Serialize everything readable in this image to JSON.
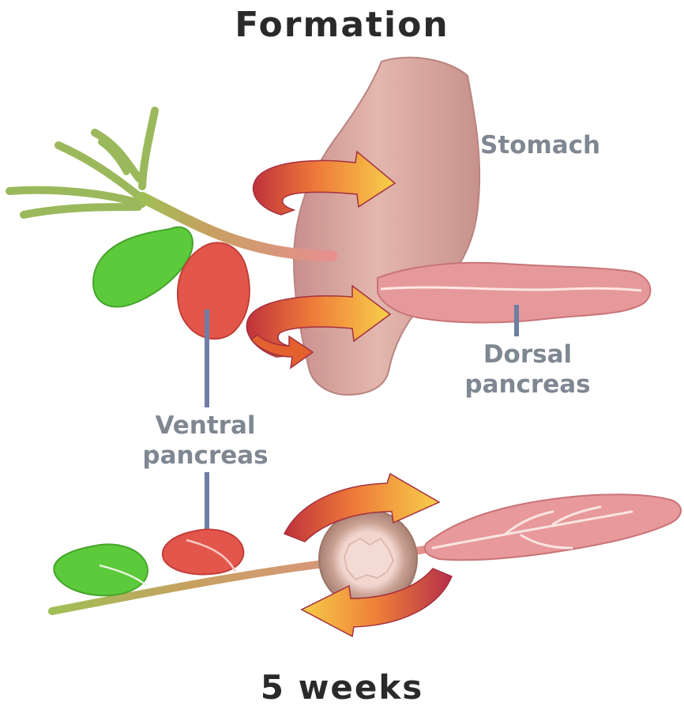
{
  "title": "Formation",
  "labels": {
    "stomach": "Stomach",
    "dorsal_line1": "Dorsal",
    "dorsal_line2": "pancreas",
    "ventral_line1": "Ventral",
    "ventral_line2": "pancreas"
  },
  "age": "5 weeks",
  "colors": {
    "title_text": "#2a2a2a",
    "label_text": "#7f8792",
    "leader_line": "#6f7ea3",
    "stomach": "#d7a7a0",
    "gallbladder": "#5fcd3d",
    "ventral_pancreas": "#e2554b",
    "dorsal_pancreas": "#e89b9d",
    "duct": "#e48e8f",
    "arrow_yellow": "#f8c740",
    "arrow_red": "#b8303a",
    "duodenum_ring": "#b99384"
  }
}
